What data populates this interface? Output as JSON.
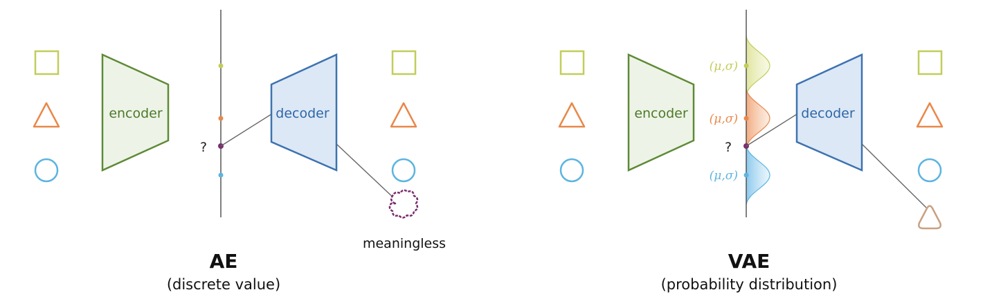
{
  "colors": {
    "square": "#c2cd5a",
    "triangle": "#e8884a",
    "circle": "#5cb4e0",
    "encoder_fill": "#eef3e7",
    "encoder_stroke": "#5e8a36",
    "encoder_text": "#4c7a2a",
    "decoder_fill": "#dce8f6",
    "decoder_stroke": "#3d72b0",
    "decoder_text": "#2f66a6",
    "latent_point": "#7a2d6e",
    "meaningless_blob": "#7a2d6e",
    "generated_triangle": "#c9a080",
    "axis": "#555555"
  },
  "ae": {
    "encoder_label": "encoder",
    "decoder_label": "decoder",
    "question_mark": "?",
    "meaningless_label": "meaningless",
    "title": "AE",
    "subtitle": "(discrete value)"
  },
  "vae": {
    "encoder_label": "encoder",
    "decoder_label": "decoder",
    "question_mark": "?",
    "dist_label_top": "(μ,σ)",
    "dist_label_mid": "(μ,σ)",
    "dist_label_bottom": "(μ,σ)",
    "title": "VAE",
    "subtitle": "(probability distribution)"
  }
}
